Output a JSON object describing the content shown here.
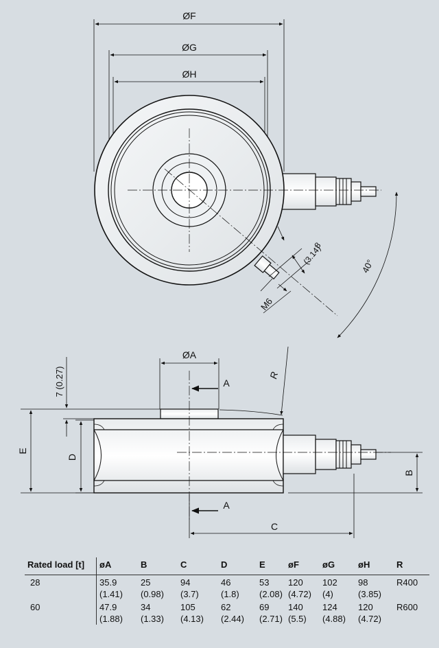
{
  "top_view": {
    "labels": {
      "dia_f": "ØF",
      "dia_g": "ØG",
      "dia_h": "ØH",
      "thread": "M6",
      "depth": "8",
      "depth_in": "(3.14)",
      "angle": "40°"
    }
  },
  "side_view": {
    "labels": {
      "dia_a": "ØA",
      "section_a_top": "A",
      "section_a_bottom": "A",
      "radius": "R",
      "height_offset": "7 (0.27)",
      "e": "E",
      "d": "D",
      "b": "B",
      "c": "C"
    }
  },
  "table": {
    "headers": [
      "Rated load [t]",
      "øA",
      "B",
      "C",
      "D",
      "E",
      "øF",
      "øG",
      "øH",
      "R"
    ],
    "rows": [
      [
        {
          "v": "28",
          "s": ""
        },
        {
          "v": "35.9",
          "s": "(1.41)"
        },
        {
          "v": "25",
          "s": "(0.98)"
        },
        {
          "v": "94",
          "s": "(3.7)"
        },
        {
          "v": "46",
          "s": "(1.8)"
        },
        {
          "v": "53",
          "s": "(2.08)"
        },
        {
          "v": "120",
          "s": "(4.72)"
        },
        {
          "v": "102",
          "s": "(4)"
        },
        {
          "v": "98",
          "s": "(3.85)"
        },
        {
          "v": "R400",
          "s": ""
        }
      ],
      [
        {
          "v": "60",
          "s": ""
        },
        {
          "v": "47.9",
          "s": "(1.88)"
        },
        {
          "v": "34",
          "s": "(1.33)"
        },
        {
          "v": "105",
          "s": "(4.13)"
        },
        {
          "v": "62",
          "s": "(2.44)"
        },
        {
          "v": "69",
          "s": "(2.71)"
        },
        {
          "v": "140",
          "s": "(5.5)"
        },
        {
          "v": "124",
          "s": "(4.88)"
        },
        {
          "v": "120",
          "s": "(4.72)"
        },
        {
          "v": "R600",
          "s": ""
        }
      ]
    ]
  }
}
